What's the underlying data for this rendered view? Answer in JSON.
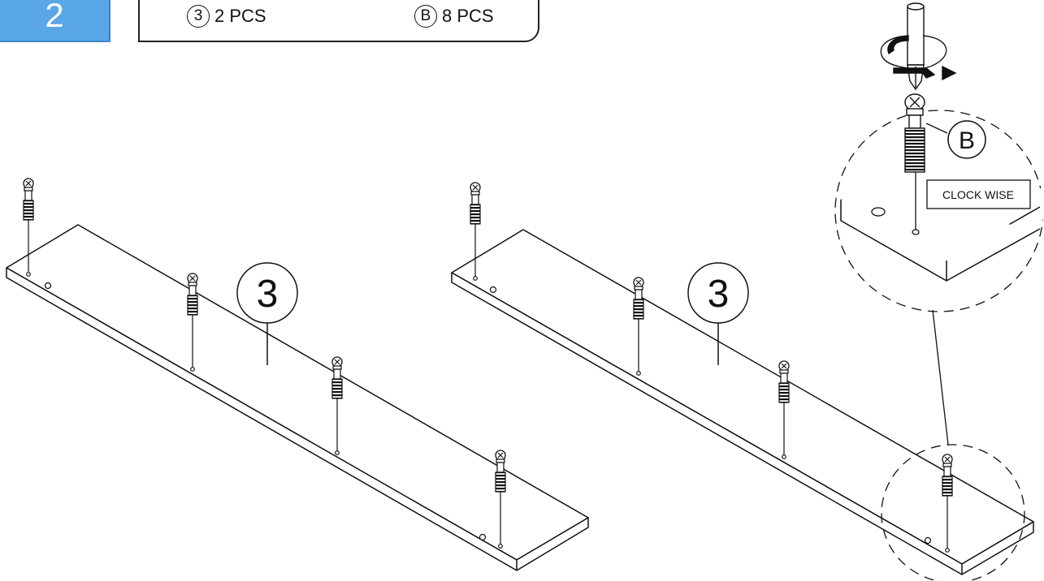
{
  "step": {
    "number": "2"
  },
  "parts": [
    {
      "id": "3",
      "qty": "2 PCS"
    },
    {
      "id": "B",
      "qty": "8 PCS"
    }
  ],
  "callouts": {
    "panel_left": "3",
    "panel_right": "3",
    "fastener": "B",
    "direction_note": "CLOCK WISE"
  }
}
